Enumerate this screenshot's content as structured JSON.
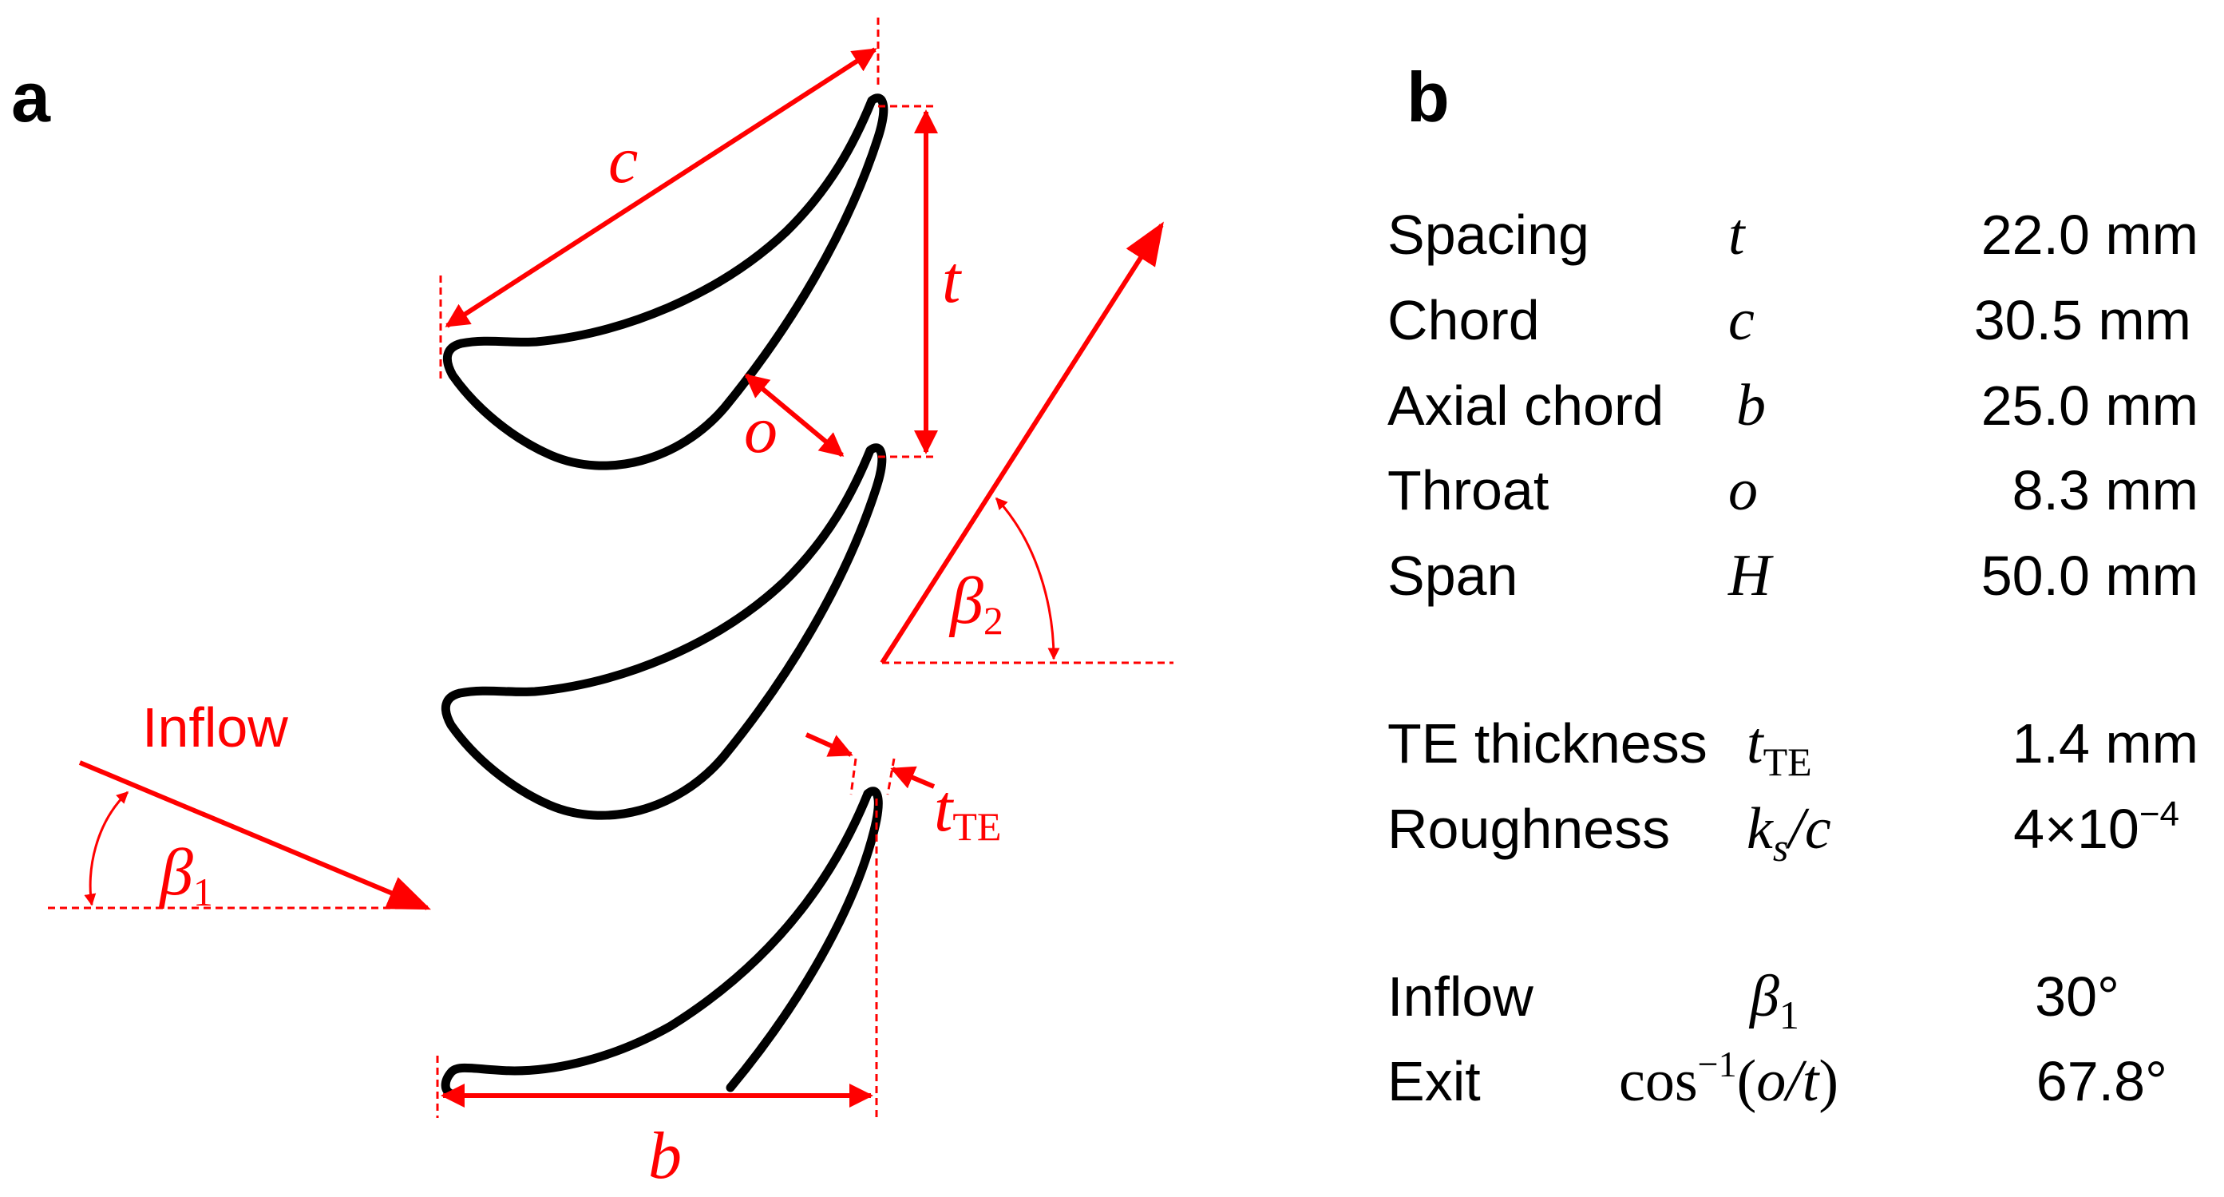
{
  "panel_a": {
    "letter": "a",
    "labels": {
      "chord": "c",
      "spacing": "t",
      "throat": "o",
      "axial_chord": "b",
      "inflow": "Inflow",
      "beta": "β",
      "beta1_sub": "1",
      "beta2_sub": "2",
      "te_t": "t",
      "te_sub": "TE"
    },
    "annotation_color": "#ff0000",
    "blade_color": "#000000"
  },
  "panel_b": {
    "letter": "b",
    "rows": [
      {
        "label": "Spacing",
        "symbol": "t",
        "value": "22.0 mm"
      },
      {
        "label": "Chord",
        "symbol": "c",
        "value": "30.5 mm"
      },
      {
        "label": "Axial chord",
        "symbol": "b",
        "value": "25.0 mm"
      },
      {
        "label": "Throat",
        "symbol": "o",
        "value": "8.3 mm"
      },
      {
        "label": "Span",
        "symbol": "H",
        "value": "50.0 mm"
      }
    ],
    "te_row": {
      "label": "TE thickness",
      "symbol": "t",
      "symbol_sub": "TE",
      "value": "1.4 mm"
    },
    "roughness_row": {
      "label": "Roughness",
      "symbol_a": "k",
      "symbol_a_sub": "s",
      "symbol_b": "/c",
      "value_base": "4×10",
      "value_exp": "−4"
    },
    "inflow_row": {
      "label": "Inflow",
      "symbol": "β",
      "symbol_sub": "1",
      "value": "30°"
    },
    "exit_row": {
      "label": "Exit",
      "symbol_func": "cos",
      "symbol_exp": "−1",
      "symbol_open": "(",
      "symbol_arg": "o/t",
      "symbol_close": ")",
      "value": "67.8°"
    }
  }
}
